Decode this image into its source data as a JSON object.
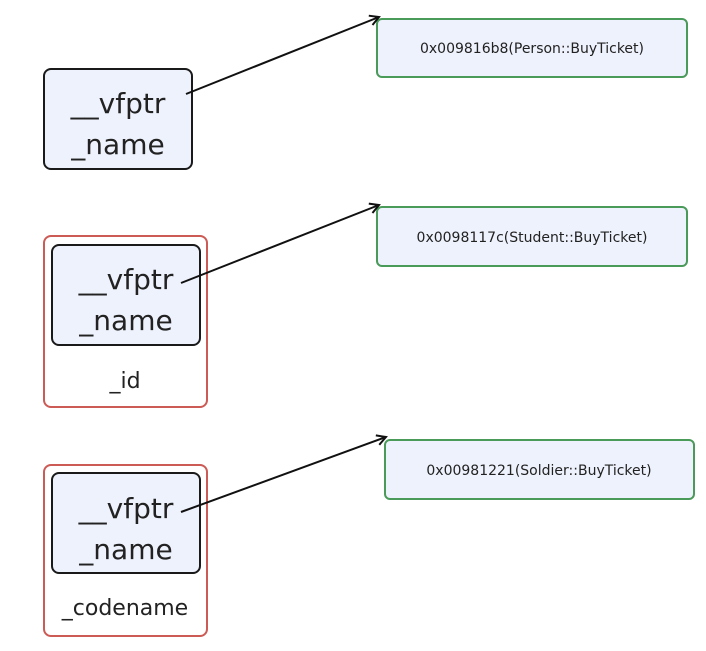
{
  "objects": [
    {
      "vfptr_label": "__vfptr",
      "name_label": "_name",
      "extra_label": "",
      "vtable_entry": "0x009816b8(Person::BuyTicket)"
    },
    {
      "vfptr_label": "__vfptr",
      "name_label": "_name",
      "extra_label": "_id",
      "vtable_entry": "0x0098117c(Student::BuyTicket)"
    },
    {
      "vfptr_label": "__vfptr",
      "name_label": "_name",
      "extra_label": "_codename",
      "vtable_entry": "0x00981221(Soldier::BuyTicket)"
    }
  ],
  "colors": {
    "inner_fill": "#eef2fc",
    "inner_stroke": "#1a1a1a",
    "outer_stroke": "#cc5a55",
    "vtable_stroke": "#4a9a5a",
    "vtable_fill": "#eef2fc",
    "arrow": "#111111"
  }
}
